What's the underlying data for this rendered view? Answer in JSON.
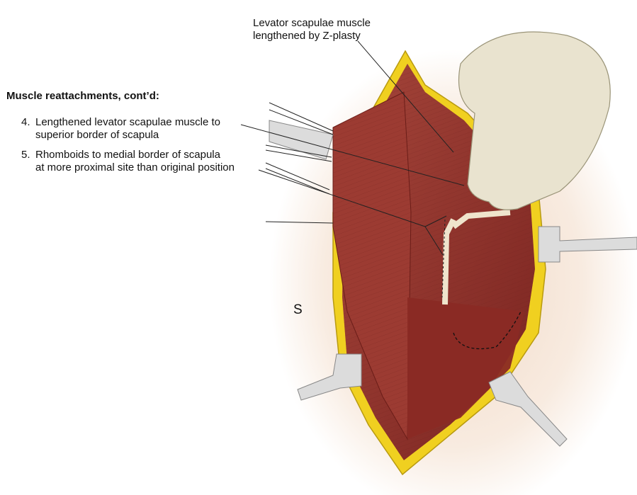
{
  "top_label": {
    "line1": "Levator scapulae muscle",
    "line2": "lengthened by Z-plasty"
  },
  "section_title": "Muscle reattachments, cont’d:",
  "items": [
    {
      "number": "4.",
      "line1": "Lengthened levator scapulae muscle to",
      "line2": "superior border of scapula"
    },
    {
      "number": "5.",
      "line1": "Rhomboids to medial border of scapula",
      "line2": "at more proximal site than original position"
    }
  ],
  "orientation_marker": "S",
  "colors": {
    "muscle": "#8e2f28",
    "fat": "#f0d020",
    "skin": "#f6e6da",
    "glove": "#e9e3cf",
    "retractor": "#d8d8d8"
  }
}
